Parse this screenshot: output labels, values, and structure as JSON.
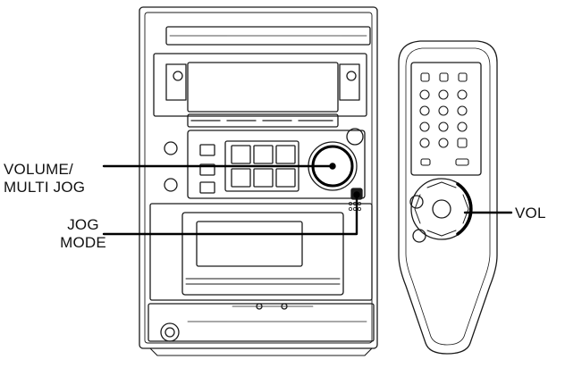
{
  "labels": {
    "volume_multi_jog": [
      "VOLUME/",
      "MULTI JOG"
    ],
    "jog_mode": [
      "JOG",
      "MODE"
    ],
    "vol": "VOL"
  },
  "colors": {
    "stroke": "#1a1a1a",
    "highlight_ring": "#000000",
    "background": "#ffffff"
  }
}
